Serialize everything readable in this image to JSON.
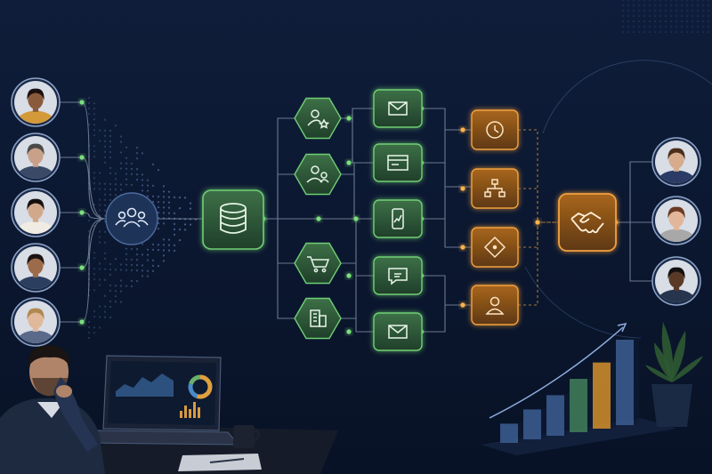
{
  "scene": {
    "colors": {
      "bg_top": "#0f1d3a",
      "bg_bottom": "#081226",
      "line": "#8a98b0",
      "dot_green": "#7be07b",
      "dot_orange": "#ffb347",
      "green_fill": "#2f5a3a",
      "green_stroke": "#6fcf74",
      "orange_fill": "#8a5418",
      "orange_stroke": "#f0a040",
      "hub_fill": "#1e3358"
    },
    "left_contacts": [
      {
        "name": "person-1",
        "skin": "#8a5a3c",
        "hair": "#1a1010",
        "shirt": "#d49a3a"
      },
      {
        "name": "person-2",
        "skin": "#c9a088",
        "hair": "#4a4a4a",
        "shirt": "#3a4a66"
      },
      {
        "name": "person-3",
        "skin": "#d2a88a",
        "hair": "#141010",
        "shirt": "#f0ece4"
      },
      {
        "name": "person-4",
        "skin": "#9c6b4a",
        "hair": "#1a1210",
        "shirt": "#2c3e60"
      },
      {
        "name": "person-5",
        "skin": "#e0b89a",
        "hair": "#b08850",
        "shirt": "#5a6a8a"
      }
    ],
    "right_contacts": [
      {
        "name": "customer-1",
        "skin": "#d6ac8c",
        "hair": "#4a2e1c",
        "shirt": "#2a3c66"
      },
      {
        "name": "customer-2",
        "skin": "#e2b69a",
        "hair": "#6a3a22",
        "shirt": "#a8a8a8"
      },
      {
        "name": "customer-3",
        "skin": "#5a3a26",
        "hair": "#141010",
        "shirt": "#26344e"
      }
    ],
    "segment_icons": [
      "user-star-icon",
      "users-icon",
      "cart-icon",
      "building-icon"
    ],
    "channel_icons": [
      "mail-icon",
      "browser-icon",
      "mobile-chart-icon",
      "chat-icon",
      "mail-icon"
    ],
    "automation_icons": [
      "clock-icon",
      "hierarchy-icon",
      "decision-icon",
      "user-icon"
    ],
    "outcome_icon": "handshake-icon",
    "hub_icon": "group-icon",
    "database_icon": "database-icon",
    "growth_bars": [
      {
        "level": 0.18,
        "color": "#3a5a8c"
      },
      {
        "level": 0.28,
        "color": "#3a5a8c"
      },
      {
        "level": 0.38,
        "color": "#3a5a8c"
      },
      {
        "level": 0.5,
        "color": "#3f7a58"
      },
      {
        "level": 0.62,
        "color": "#c9882a"
      },
      {
        "level": 0.8,
        "color": "#3a5a8c"
      }
    ],
    "laptop_donut": [
      0.55,
      0.25,
      0.2
    ]
  }
}
